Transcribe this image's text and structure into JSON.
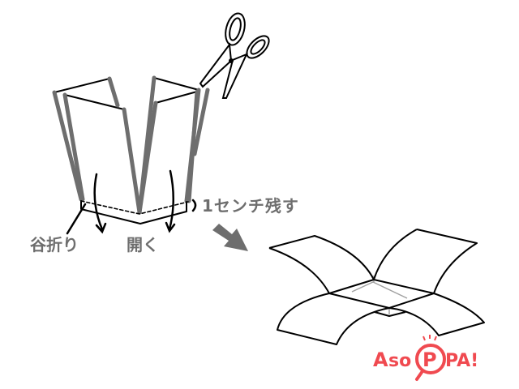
{
  "diagram": {
    "labels": {
      "valley_fold": "谷折り",
      "open": "開く",
      "leave_1cm": "1センチ残す"
    },
    "logo": {
      "text": "ASOPPA!",
      "color": "#f04a50"
    },
    "colors": {
      "paper_edge": "#6e6e6e",
      "outline": "#000000",
      "label_text": "#6e6e6e",
      "arrow": "#6e6e6e",
      "inner_lines": "#a0a0a0"
    },
    "icons": [
      "scissors-icon",
      "arrow-right-down-icon",
      "curved-arrow-icon"
    ]
  }
}
